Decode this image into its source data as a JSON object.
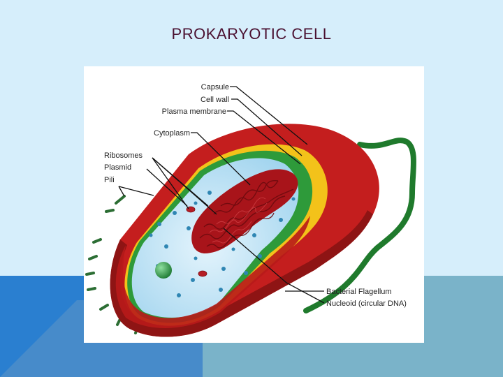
{
  "slide": {
    "title": "PROKARYOTIC CELL"
  },
  "diagram": {
    "labels": {
      "capsule": "Capsule",
      "cell_wall": "Cell wall",
      "plasma_membrane": "Plasma membrane",
      "cytoplasm": "Cytoplasm",
      "ribosomes": "Ribosomes",
      "plasmid": "Plasmid",
      "pili": "Pili",
      "flagellum": "Bacterial Flagellum",
      "nucleoid": "Nucleoid (circular DNA)"
    }
  },
  "colors": {
    "background": "#d6eefb",
    "band_left": "#2a7fd0",
    "band_right": "#7ab3c9",
    "title": "#4a1030",
    "capsule": "#c41e1e",
    "capsule_dark": "#8e1414",
    "cell_wall": "#f3c21a",
    "plasma_membrane": "#2e9a3a",
    "cytoplasm": "#bfe3f5",
    "nucleoid": "#a8141a",
    "flagellum": "#1f7a2c",
    "pili": "#2c6e34"
  }
}
